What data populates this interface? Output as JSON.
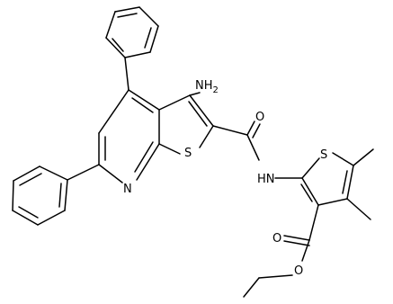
{
  "atom_labels": {
    "amino": "NH",
    "amino_sub": "2",
    "pyridine_n": "N",
    "thiophene_s": "S",
    "amide_o": "O",
    "amide_nh": "HN",
    "thiophene2_s": "S",
    "ester_carbonyl_o": "O",
    "ester_o": "O"
  }
}
